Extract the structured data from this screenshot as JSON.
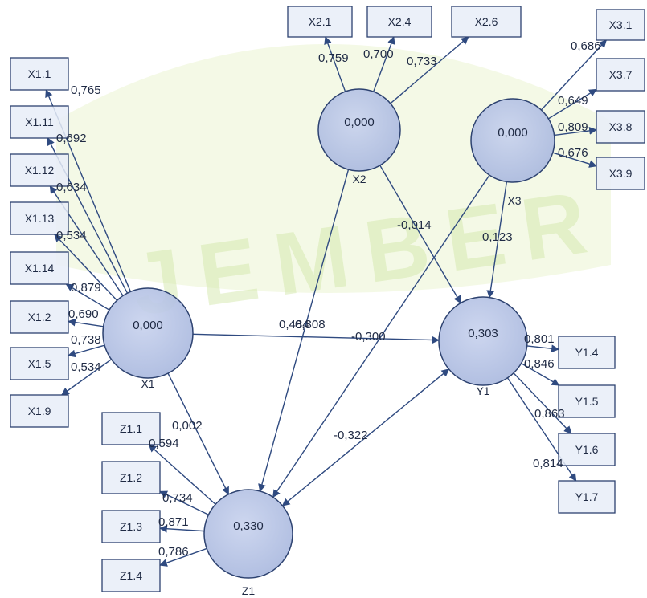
{
  "colors": {
    "latent_fill": "#b7c3e4",
    "latent_stroke": "#2d4270",
    "indicator_fill": "#e8edf8",
    "indicator_stroke": "#2d4270",
    "arrow": "#2f4a80",
    "watermark": "#cfe6a4"
  },
  "watermark_text": "JEMBER",
  "latents": {
    "X1": {
      "name": "X1",
      "value": "0,000"
    },
    "X2": {
      "name": "X2",
      "value": "0,000"
    },
    "X3": {
      "name": "X3",
      "value": "0,000"
    },
    "Y1": {
      "name": "Y1",
      "value": "0,303"
    },
    "Z1": {
      "name": "Z1",
      "value": "0,330"
    }
  },
  "indicators": {
    "X1.1": "X1.1",
    "X1.11": "X1.11",
    "X1.12": "X1.12",
    "X1.13": "X1.13",
    "X1.14": "X1.14",
    "X1.2": "X1.2",
    "X1.5": "X1.5",
    "X1.9": "X1.9",
    "X2.1": "X2.1",
    "X2.4": "X2.4",
    "X2.6": "X2.6",
    "X3.1": "X3.1",
    "X3.7": "X3.7",
    "X3.8": "X3.8",
    "X3.9": "X3.9",
    "Y1.4": "Y1.4",
    "Y1.5": "Y1.5",
    "Y1.6": "Y1.6",
    "Y1.7": "Y1.7",
    "Z1.1": "Z1.1",
    "Z1.2": "Z1.2",
    "Z1.3": "Z1.3",
    "Z1.4": "Z1.4"
  },
  "loadings": {
    "X1.1": "0,765",
    "X1.11": "0,692",
    "X1.12": "0,634",
    "X1.13": "0,534",
    "X1.14": "0,879",
    "X1.2": "0,690",
    "X1.5": "0,738",
    "X1.9": "0,534",
    "X2.1": "0,759",
    "X2.4": "0,700",
    "X2.6": "0,733",
    "X3.1": "0,686",
    "X3.7": "0,649",
    "X3.8": "0,809",
    "X3.9": "0,676",
    "Y1.4": "0,801",
    "Y1.5": "0,846",
    "Y1.6": "0,863",
    "Y1.7": "0,814",
    "Z1.1": "0,594",
    "Z1.2": "0,734",
    "Z1.3": "0,871",
    "Z1.4": "0,786"
  },
  "paths": {
    "X1_Y1": "0,308",
    "X2_Y1": "-0,014",
    "X3_Y1": "0,123",
    "X1_Z1": "0,002",
    "X2_Z1": "0,484",
    "X3_Z1": "-0,300",
    "Z1_Y1": "-0,322"
  }
}
